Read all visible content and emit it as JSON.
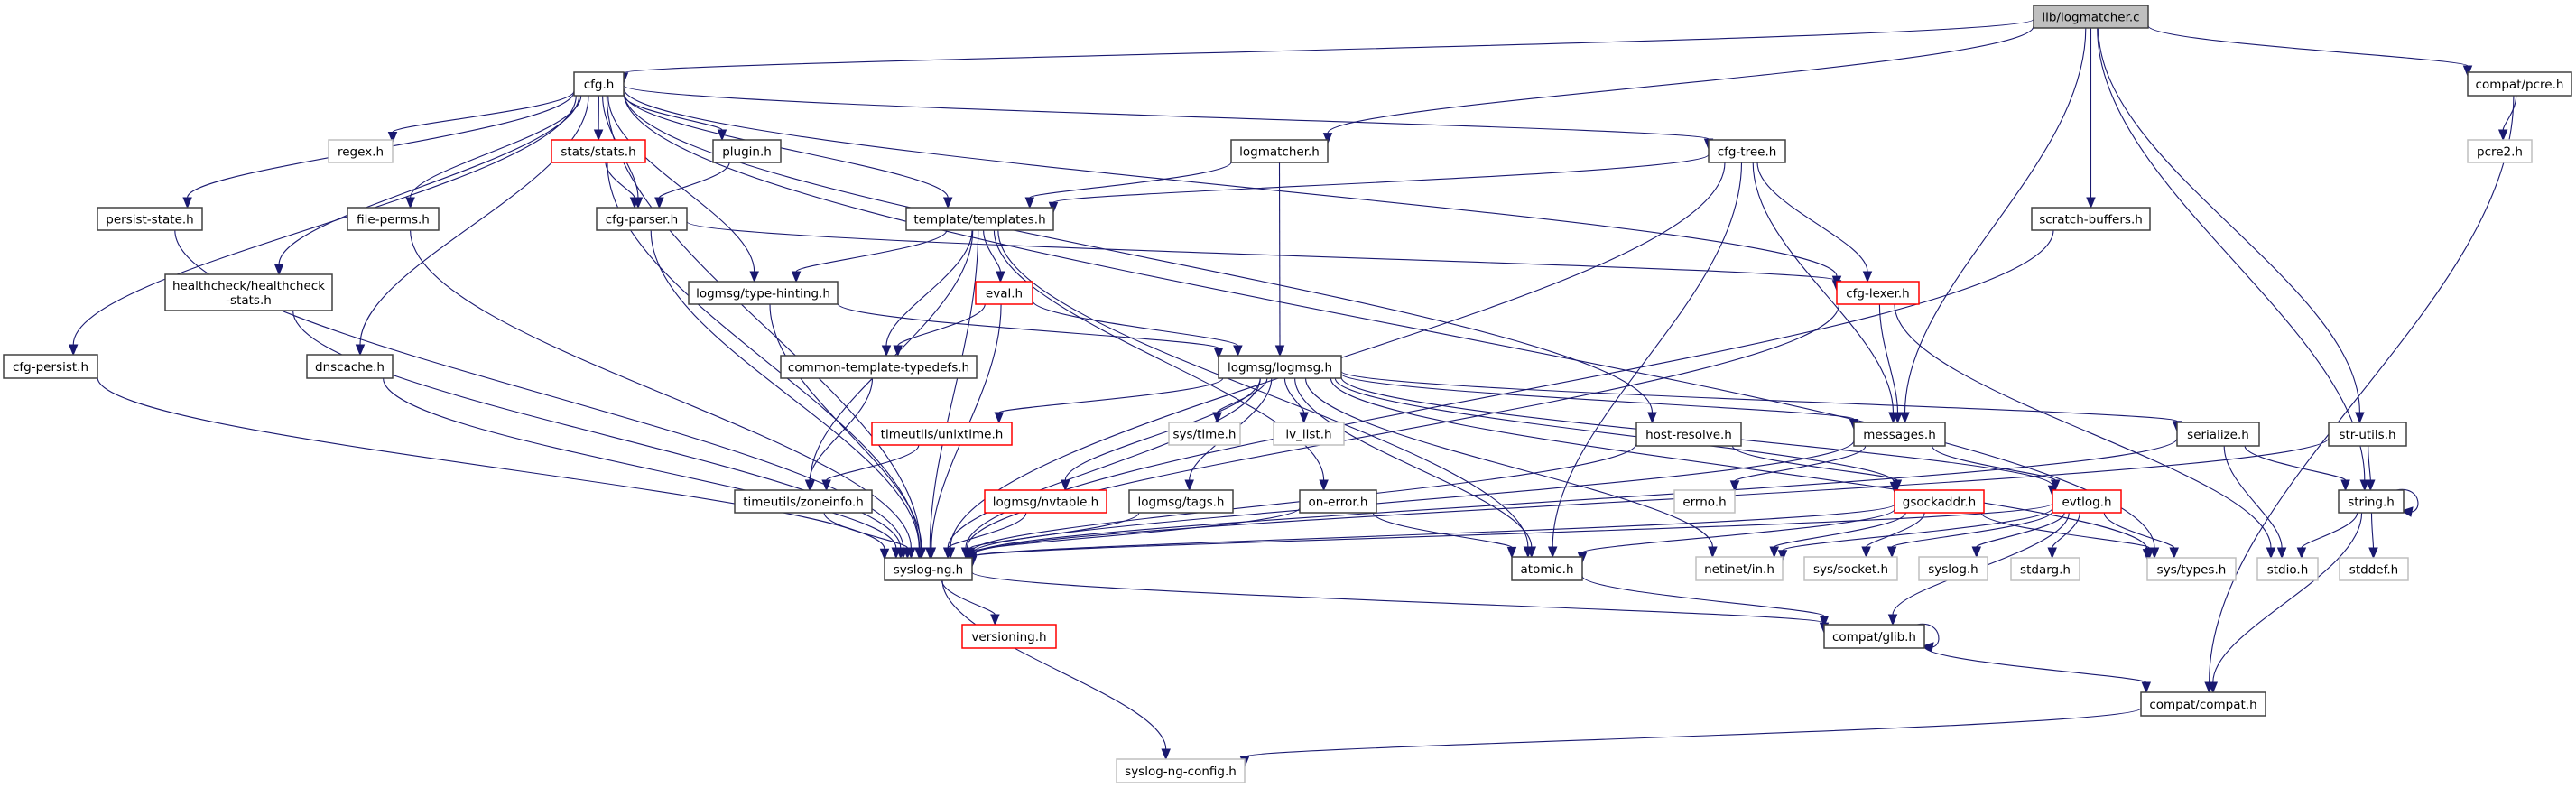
{
  "title": "lib/logmatcher.c",
  "colors": {
    "edge": "#191970",
    "root_fill": "#bfbfbf",
    "normal_border": "#404040",
    "undocumented_border": "#ff0000",
    "external_border": "#bfbfbf"
  },
  "nodes": [
    {
      "id": "logmatcher_c",
      "label": "lib/logmatcher.c",
      "kind": "root"
    },
    {
      "id": "cfg_h",
      "label": "cfg.h",
      "kind": "normal"
    },
    {
      "id": "compat_pcre_h",
      "label": "compat/pcre.h",
      "kind": "normal"
    },
    {
      "id": "regex_h",
      "label": "regex.h",
      "kind": "grey"
    },
    {
      "id": "stats_h",
      "label": "stats/stats.h",
      "kind": "red"
    },
    {
      "id": "plugin_h",
      "label": "plugin.h",
      "kind": "normal"
    },
    {
      "id": "logmatcher_h",
      "label": "logmatcher.h",
      "kind": "normal"
    },
    {
      "id": "cfg_tree_h",
      "label": "cfg-tree.h",
      "kind": "normal"
    },
    {
      "id": "pcre2_h",
      "label": "pcre2.h",
      "kind": "grey"
    },
    {
      "id": "persist_state_h",
      "label": "persist-state.h",
      "kind": "normal"
    },
    {
      "id": "file_perms_h",
      "label": "file-perms.h",
      "kind": "normal"
    },
    {
      "id": "cfg_parser_h",
      "label": "cfg-parser.h",
      "kind": "normal"
    },
    {
      "id": "templates_h",
      "label": "template/templates.h",
      "kind": "normal"
    },
    {
      "id": "scratch_buffers_h",
      "label": "scratch-buffers.h",
      "kind": "normal"
    },
    {
      "id": "healthcheck_h",
      "label": "healthcheck/healthcheck\n-stats.h",
      "kind": "normal"
    },
    {
      "id": "type_hinting_h",
      "label": "logmsg/type-hinting.h",
      "kind": "normal"
    },
    {
      "id": "eval_h",
      "label": "eval.h",
      "kind": "red"
    },
    {
      "id": "cfg_lexer_h",
      "label": "cfg-lexer.h",
      "kind": "red"
    },
    {
      "id": "cfg_persist_h",
      "label": "cfg-persist.h",
      "kind": "normal"
    },
    {
      "id": "dnscache_h",
      "label": "dnscache.h",
      "kind": "normal"
    },
    {
      "id": "common_template_typedefs_h",
      "label": "common-template-typedefs.h",
      "kind": "normal"
    },
    {
      "id": "logmsg_h",
      "label": "logmsg/logmsg.h",
      "kind": "normal"
    },
    {
      "id": "unixtime_h",
      "label": "timeutils/unixtime.h",
      "kind": "red"
    },
    {
      "id": "sys_time_h",
      "label": "sys/time.h",
      "kind": "grey"
    },
    {
      "id": "iv_list_h",
      "label": "iv_list.h",
      "kind": "grey"
    },
    {
      "id": "host_resolve_h",
      "label": "host-resolve.h",
      "kind": "normal"
    },
    {
      "id": "messages_h",
      "label": "messages.h",
      "kind": "normal"
    },
    {
      "id": "serialize_h",
      "label": "serialize.h",
      "kind": "normal"
    },
    {
      "id": "str_utils_h",
      "label": "str-utils.h",
      "kind": "normal"
    },
    {
      "id": "zoneinfo_h",
      "label": "timeutils/zoneinfo.h",
      "kind": "normal"
    },
    {
      "id": "nvtable_h",
      "label": "logmsg/nvtable.h",
      "kind": "red"
    },
    {
      "id": "tags_h",
      "label": "logmsg/tags.h",
      "kind": "normal"
    },
    {
      "id": "on_error_h",
      "label": "on-error.h",
      "kind": "normal"
    },
    {
      "id": "errno_h",
      "label": "errno.h",
      "kind": "grey"
    },
    {
      "id": "gsockaddr_h",
      "label": "gsockaddr.h",
      "kind": "red"
    },
    {
      "id": "evtlog_h",
      "label": "evtlog.h",
      "kind": "red"
    },
    {
      "id": "string_h",
      "label": "string.h",
      "kind": "normal"
    },
    {
      "id": "syslog_ng_h",
      "label": "syslog-ng.h",
      "kind": "normal"
    },
    {
      "id": "atomic_h",
      "label": "atomic.h",
      "kind": "normal"
    },
    {
      "id": "netinet_in_h",
      "label": "netinet/in.h",
      "kind": "grey"
    },
    {
      "id": "sys_socket_h",
      "label": "sys/socket.h",
      "kind": "grey"
    },
    {
      "id": "syslog_h",
      "label": "syslog.h",
      "kind": "grey"
    },
    {
      "id": "stdarg_h",
      "label": "stdarg.h",
      "kind": "grey"
    },
    {
      "id": "sys_types_h",
      "label": "sys/types.h",
      "kind": "grey"
    },
    {
      "id": "stdio_h",
      "label": "stdio.h",
      "kind": "grey"
    },
    {
      "id": "stddef_h",
      "label": "stddef.h",
      "kind": "grey"
    },
    {
      "id": "versioning_h",
      "label": "versioning.h",
      "kind": "red"
    },
    {
      "id": "compat_glib_h",
      "label": "compat/glib.h",
      "kind": "normal"
    },
    {
      "id": "compat_compat_h",
      "label": "compat/compat.h",
      "kind": "normal"
    },
    {
      "id": "syslog_ng_config_h",
      "label": "syslog-ng-config.h",
      "kind": "grey"
    }
  ],
  "edges": [
    [
      "logmatcher_c",
      "cfg_h"
    ],
    [
      "logmatcher_c",
      "logmatcher_h"
    ],
    [
      "logmatcher_c",
      "messages_h"
    ],
    [
      "logmatcher_c",
      "scratch_buffers_h"
    ],
    [
      "logmatcher_c",
      "compat_pcre_h"
    ],
    [
      "logmatcher_c",
      "str_utils_h"
    ],
    [
      "logmatcher_c",
      "string_h"
    ],
    [
      "cfg_h",
      "regex_h"
    ],
    [
      "cfg_h",
      "stats_h"
    ],
    [
      "cfg_h",
      "plugin_h"
    ],
    [
      "cfg_h",
      "cfg_parser_h"
    ],
    [
      "cfg_h",
      "persist_state_h"
    ],
    [
      "cfg_h",
      "file_perms_h"
    ],
    [
      "cfg_h",
      "healthcheck_h"
    ],
    [
      "cfg_h",
      "cfg_persist_h"
    ],
    [
      "cfg_h",
      "dnscache_h"
    ],
    [
      "cfg_h",
      "templates_h"
    ],
    [
      "cfg_h",
      "type_hinting_h"
    ],
    [
      "cfg_h",
      "cfg_tree_h"
    ],
    [
      "cfg_h",
      "cfg_lexer_h"
    ],
    [
      "cfg_h",
      "host_resolve_h"
    ],
    [
      "cfg_h",
      "sys_types_h"
    ],
    [
      "cfg_h",
      "syslog_ng_h"
    ],
    [
      "compat_pcre_h",
      "pcre2_h"
    ],
    [
      "compat_pcre_h",
      "compat_compat_h"
    ],
    [
      "stats_h",
      "cfg_parser_h"
    ],
    [
      "stats_h",
      "syslog_ng_h"
    ],
    [
      "plugin_h",
      "cfg_parser_h"
    ],
    [
      "logmatcher_h",
      "templates_h"
    ],
    [
      "logmatcher_h",
      "logmsg_h"
    ],
    [
      "cfg_tree_h",
      "templates_h"
    ],
    [
      "cfg_tree_h",
      "cfg_lexer_h"
    ],
    [
      "cfg_tree_h",
      "messages_h"
    ],
    [
      "cfg_tree_h",
      "atomic_h"
    ],
    [
      "cfg_tree_h",
      "syslog_ng_h"
    ],
    [
      "persist_state_h",
      "syslog_ng_h"
    ],
    [
      "file_perms_h",
      "syslog_ng_h"
    ],
    [
      "cfg_parser_h",
      "syslog_ng_h"
    ],
    [
      "cfg_parser_h",
      "cfg_lexer_h"
    ],
    [
      "templates_h",
      "type_hinting_h"
    ],
    [
      "templates_h",
      "eval_h"
    ],
    [
      "templates_h",
      "common_template_typedefs_h"
    ],
    [
      "templates_h",
      "zoneinfo_h"
    ],
    [
      "templates_h",
      "syslog_ng_h"
    ],
    [
      "templates_h",
      "on_error_h"
    ],
    [
      "templates_h",
      "atomic_h"
    ],
    [
      "scratch_buffers_h",
      "syslog_ng_h"
    ],
    [
      "healthcheck_h",
      "syslog_ng_h"
    ],
    [
      "type_hinting_h",
      "logmsg_h"
    ],
    [
      "type_hinting_h",
      "syslog_ng_h"
    ],
    [
      "eval_h",
      "common_template_typedefs_h"
    ],
    [
      "eval_h",
      "logmsg_h"
    ],
    [
      "eval_h",
      "syslog_ng_h"
    ],
    [
      "cfg_lexer_h",
      "messages_h"
    ],
    [
      "cfg_lexer_h",
      "syslog_ng_h"
    ],
    [
      "cfg_lexer_h",
      "stdio_h"
    ],
    [
      "cfg_persist_h",
      "syslog_ng_h"
    ],
    [
      "dnscache_h",
      "syslog_ng_h"
    ],
    [
      "common_template_typedefs_h",
      "zoneinfo_h"
    ],
    [
      "logmsg_h",
      "unixtime_h"
    ],
    [
      "logmsg_h",
      "sys_time_h"
    ],
    [
      "logmsg_h",
      "iv_list_h"
    ],
    [
      "logmsg_h",
      "nvtable_h"
    ],
    [
      "logmsg_h",
      "tags_h"
    ],
    [
      "logmsg_h",
      "messages_h"
    ],
    [
      "logmsg_h",
      "serialize_h"
    ],
    [
      "logmsg_h",
      "gsockaddr_h"
    ],
    [
      "logmsg_h",
      "atomic_h"
    ],
    [
      "logmsg_h",
      "syslog_ng_h"
    ],
    [
      "logmsg_h",
      "netinet_in_h"
    ],
    [
      "logmsg_h",
      "sys_types_h"
    ],
    [
      "logmsg_h",
      "evtlog_h"
    ],
    [
      "unixtime_h",
      "zoneinfo_h"
    ],
    [
      "host_resolve_h",
      "syslog_ng_h"
    ],
    [
      "host_resolve_h",
      "gsockaddr_h"
    ],
    [
      "messages_h",
      "syslog_ng_h"
    ],
    [
      "messages_h",
      "errno_h"
    ],
    [
      "messages_h",
      "evtlog_h"
    ],
    [
      "serialize_h",
      "string_h"
    ],
    [
      "serialize_h",
      "stdio_h"
    ],
    [
      "serialize_h",
      "syslog_ng_h"
    ],
    [
      "str_utils_h",
      "string_h"
    ],
    [
      "str_utils_h",
      "syslog_ng_h"
    ],
    [
      "zoneinfo_h",
      "syslog_ng_h"
    ],
    [
      "nvtable_h",
      "syslog_ng_h"
    ],
    [
      "tags_h",
      "syslog_ng_h"
    ],
    [
      "on_error_h",
      "syslog_ng_h"
    ],
    [
      "on_error_h",
      "atomic_h"
    ],
    [
      "gsockaddr_h",
      "syslog_ng_h"
    ],
    [
      "gsockaddr_h",
      "netinet_in_h"
    ],
    [
      "gsockaddr_h",
      "sys_socket_h"
    ],
    [
      "gsockaddr_h",
      "atomic_h"
    ],
    [
      "gsockaddr_h",
      "sys_types_h"
    ],
    [
      "evtlog_h",
      "syslog_ng_h"
    ],
    [
      "evtlog_h",
      "syslog_h"
    ],
    [
      "evtlog_h",
      "stdarg_h"
    ],
    [
      "evtlog_h",
      "sys_types_h"
    ],
    [
      "evtlog_h",
      "netinet_in_h"
    ],
    [
      "evtlog_h",
      "sys_socket_h"
    ],
    [
      "evtlog_h",
      "compat_glib_h"
    ],
    [
      "string_h",
      "string_h"
    ],
    [
      "string_h",
      "stdio_h"
    ],
    [
      "string_h",
      "stddef_h"
    ],
    [
      "string_h",
      "compat_compat_h"
    ],
    [
      "syslog_ng_h",
      "versioning_h"
    ],
    [
      "syslog_ng_h",
      "compat_glib_h"
    ],
    [
      "syslog_ng_h",
      "syslog_ng_config_h"
    ],
    [
      "atomic_h",
      "compat_glib_h"
    ],
    [
      "compat_glib_h",
      "compat_glib_h"
    ],
    [
      "compat_glib_h",
      "compat_compat_h"
    ],
    [
      "compat_compat_h",
      "syslog_ng_config_h"
    ]
  ]
}
